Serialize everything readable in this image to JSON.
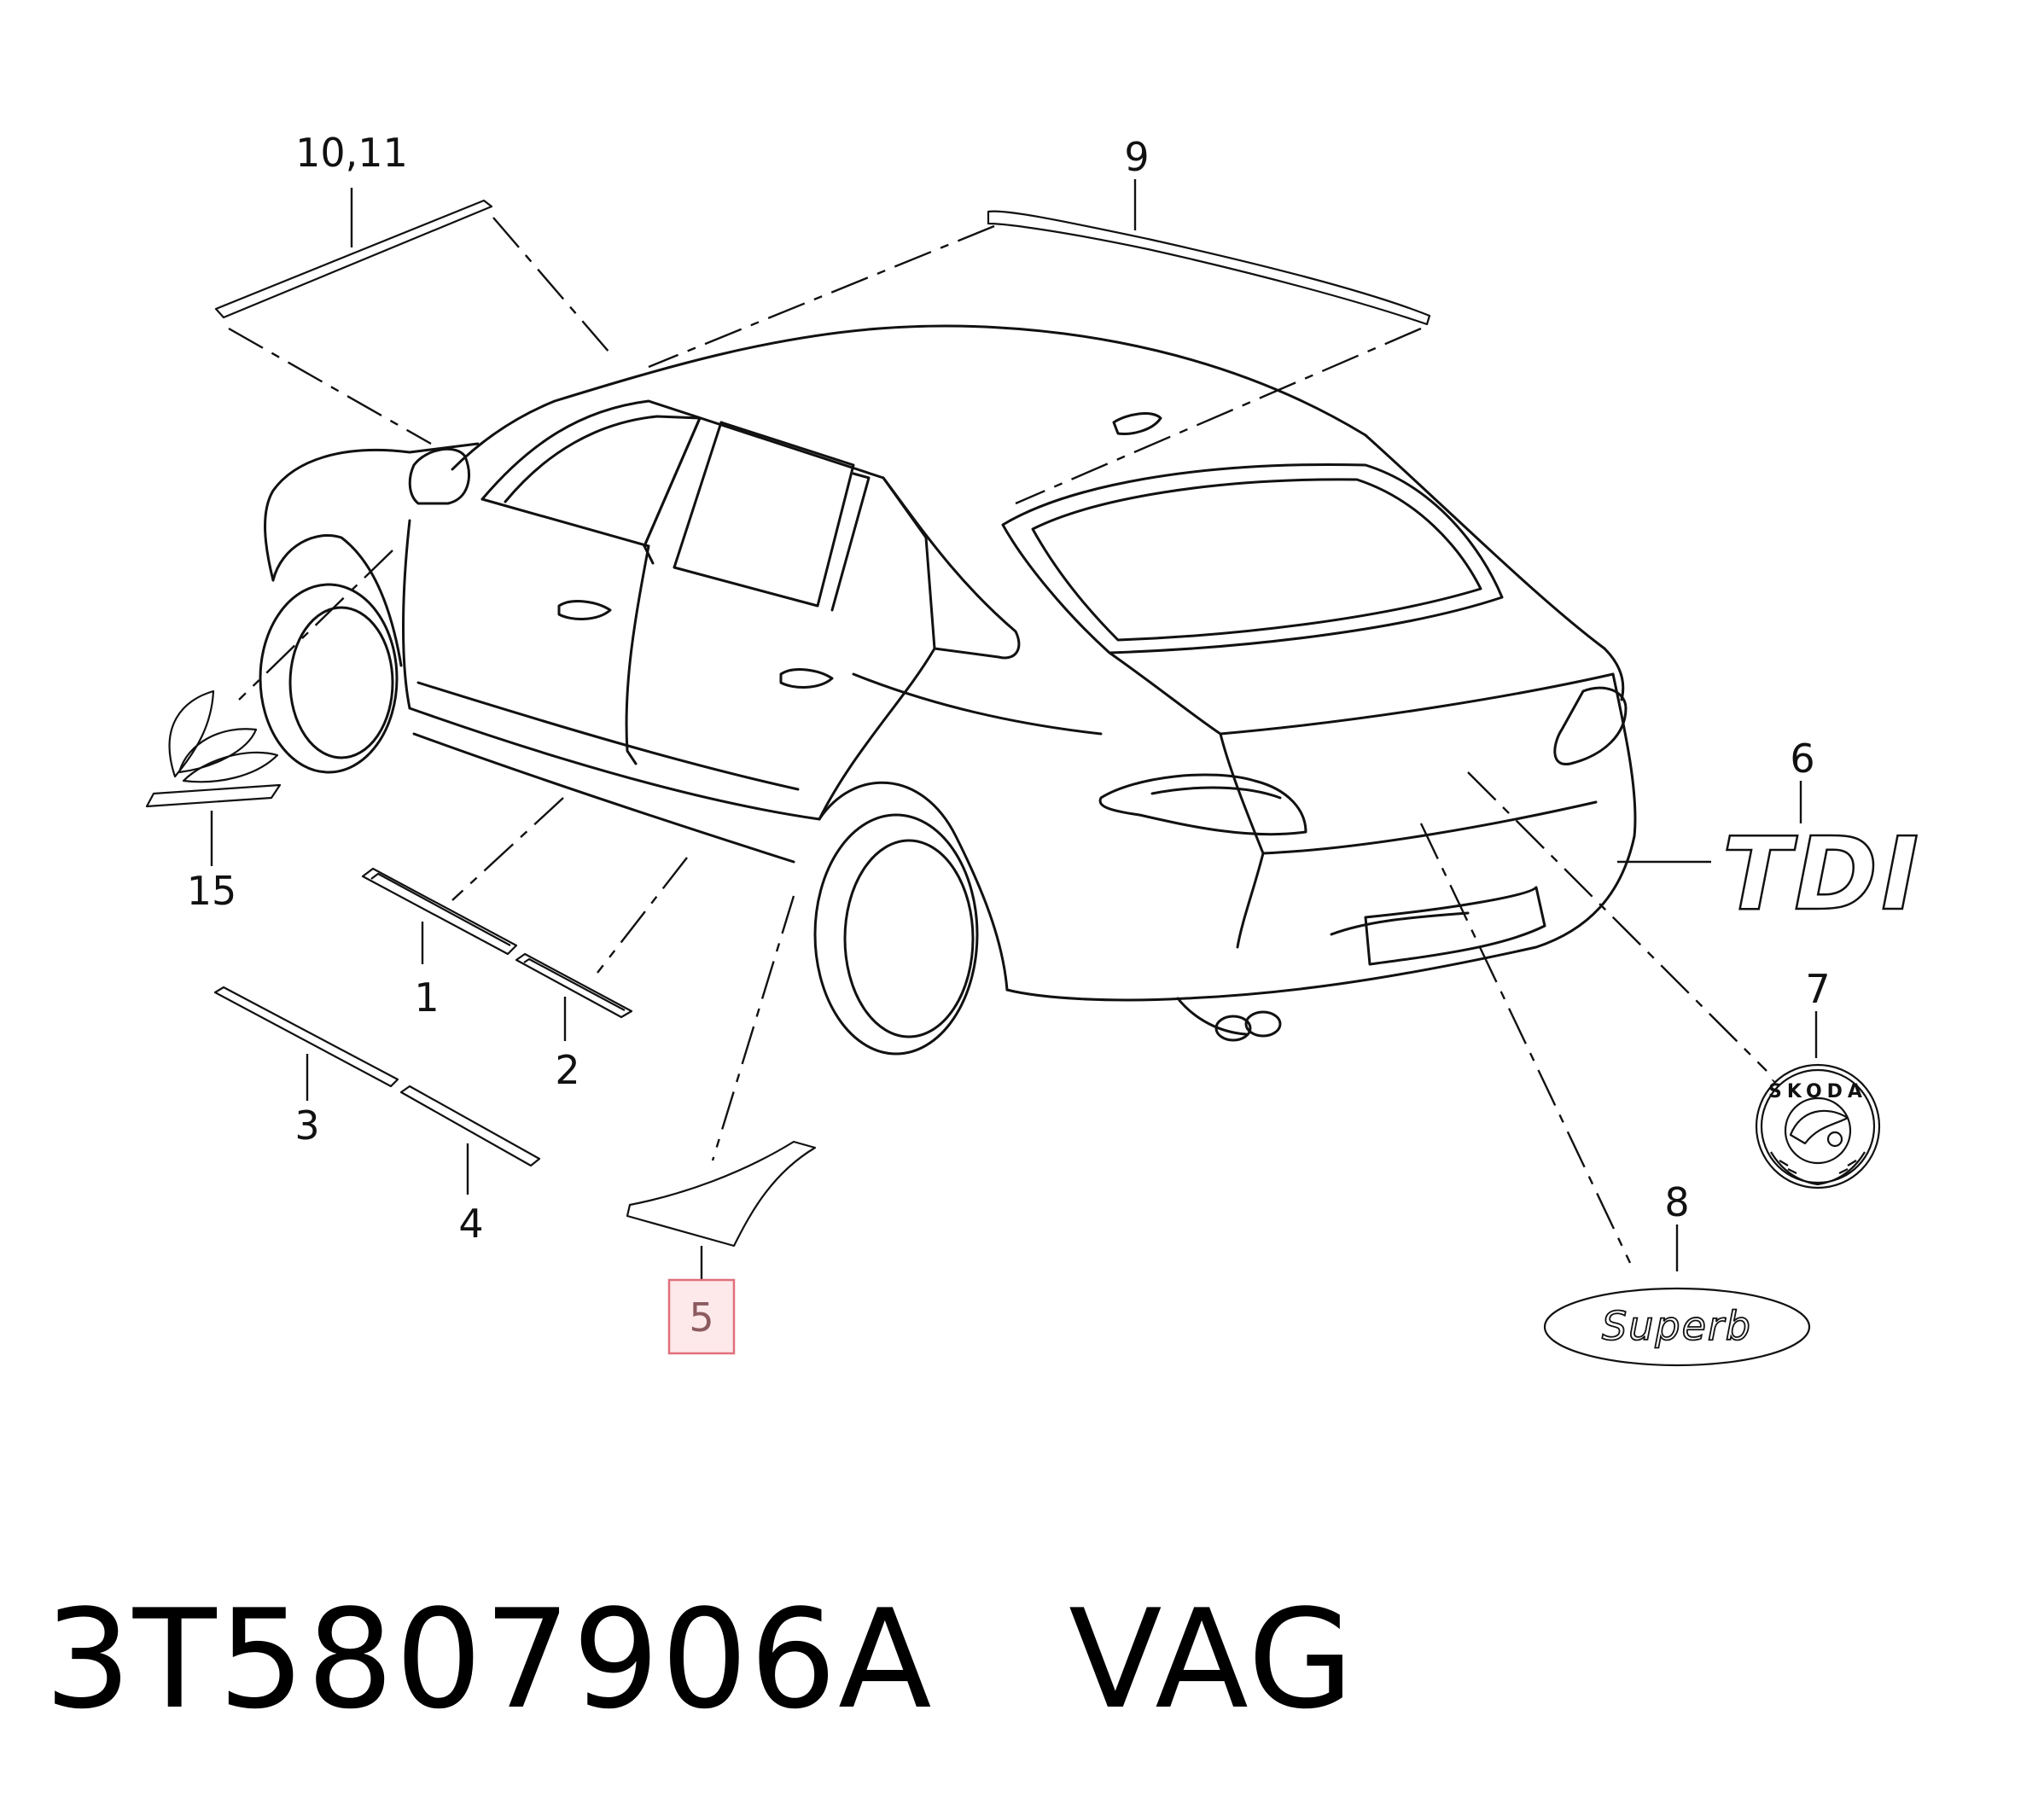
{
  "callouts": {
    "c1": "1",
    "c2": "2",
    "c3": "3",
    "c4": "4",
    "c5": "5",
    "c6": "6",
    "c7": "7",
    "c8": "8",
    "c9": "9",
    "c10": "10,11",
    "c15": "15"
  },
  "emblems": {
    "tdi": "TDI",
    "superb": "Superb",
    "skoda": "ŠKODA"
  },
  "footer": {
    "part_number": "3T5807906A",
    "brand": "VAG"
  },
  "colors": {
    "line": "#111111",
    "highlight_fill": "#fde8ea",
    "highlight_border": "#e0707c"
  }
}
